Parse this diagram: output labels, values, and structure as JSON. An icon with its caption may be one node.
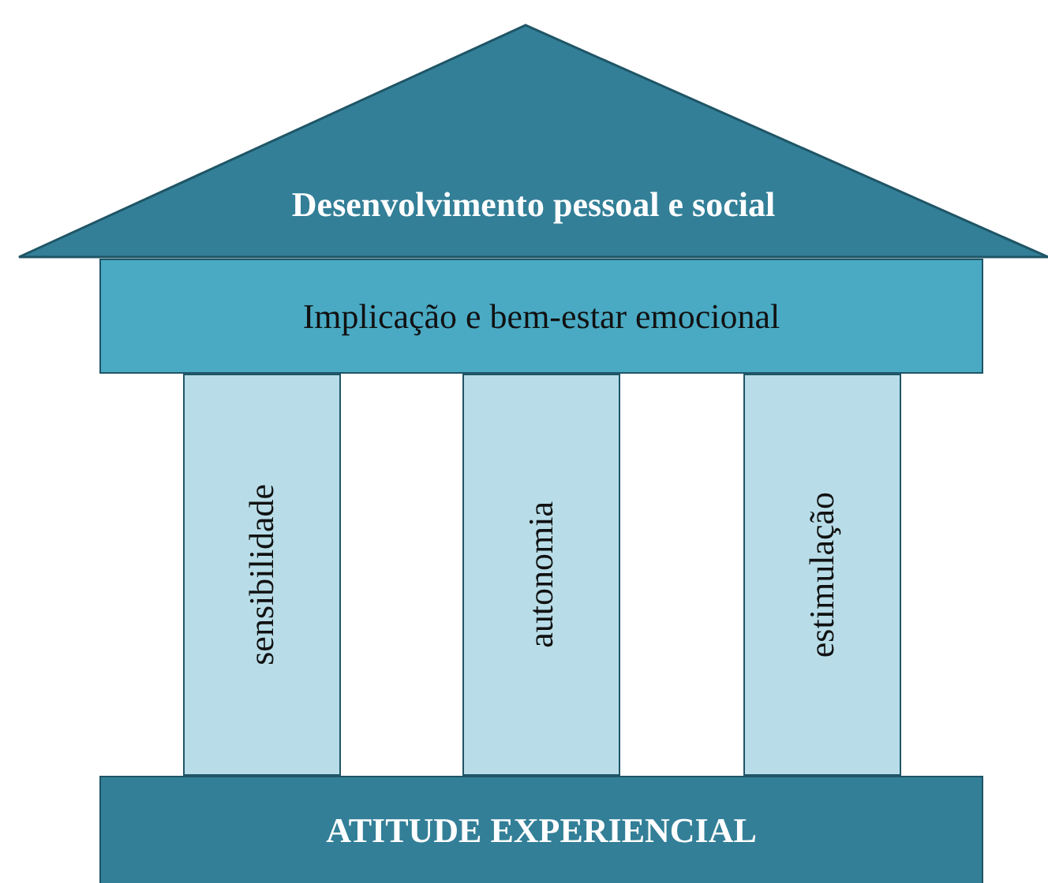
{
  "diagram": {
    "nodes": [
      {
        "text": [
          "Desenvolvimento pessoal e social"
        ]
      },
      {
        "text": [
          "Implicação e bem-estar emocional"
        ]
      },
      {
        "text": [
          "sensibilidade"
        ]
      },
      {
        "text": [
          "autonomia"
        ]
      },
      {
        "text": [
          "estimulação"
        ]
      },
      {
        "text": [
          "ATITUDE EXPERIENCIAL"
        ]
      }
    ]
  }
}
